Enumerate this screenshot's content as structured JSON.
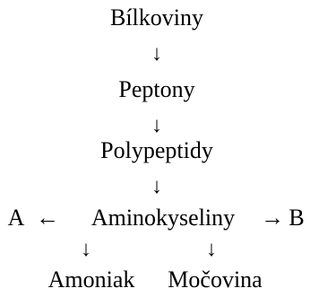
{
  "diagram": {
    "nodes": {
      "bilkoviny": "Bílkoviny",
      "peptony": "Peptony",
      "polypeptidy": "Polypeptidy",
      "aminokyseliny": "Aminokyseliny",
      "a": "A",
      "b": "B",
      "amoniak": "Amoniak",
      "mocovina": "Močovina"
    },
    "arrows": {
      "down": "↓",
      "left": "←",
      "right": "→"
    }
  }
}
